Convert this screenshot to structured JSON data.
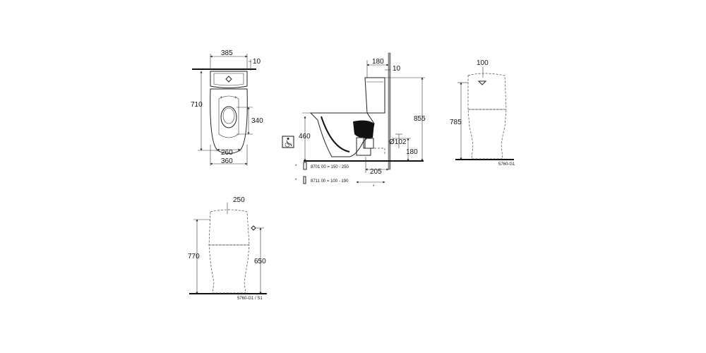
{
  "top_view": {
    "width_top": "385",
    "offset": "10",
    "length": "710",
    "seat_depth": "340",
    "inner_width": "260",
    "outer_width": "360"
  },
  "side_view": {
    "cistern_offset": "180",
    "wall_gap": "10",
    "total_height": "855",
    "seat_height": "460",
    "outlet_diameter": "Ø102",
    "outlet_height": "180",
    "outlet_distance": "205",
    "note_1": "8701 00 = 150 - 250",
    "note_2": "8711 00 = 100 - 190",
    "asterisk": "*",
    "accessibility_icon": "wheelchair-icon"
  },
  "front_view": {
    "flush_offset": "100",
    "height": "785",
    "code": "5760-G1"
  },
  "rear_view": {
    "flush_offset": "250",
    "height": "770",
    "inlet_height": "650",
    "code": "5760-G1 / S1"
  },
  "colors": {
    "line": "#222222",
    "wall_fill": "#9a9a9a"
  }
}
